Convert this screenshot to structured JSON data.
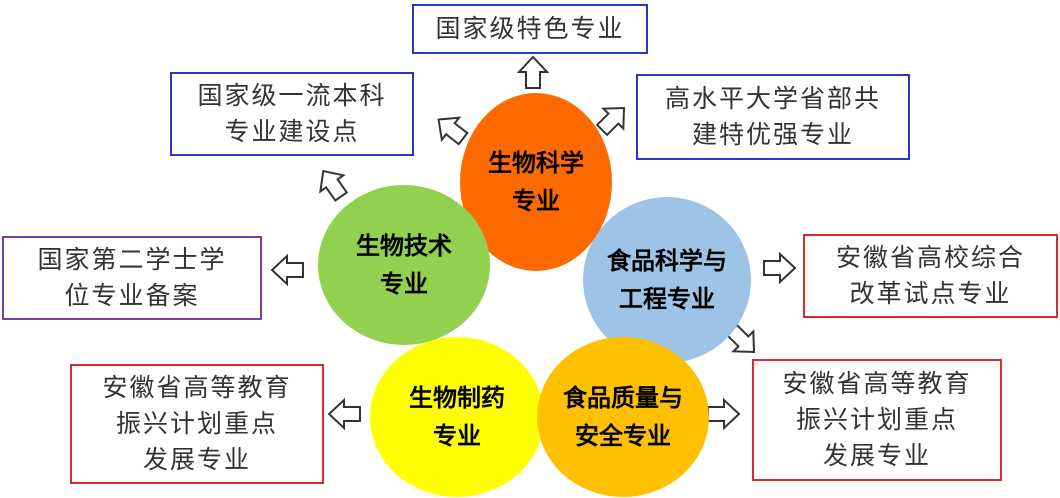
{
  "circles": {
    "bio_science": {
      "lines": [
        "生物科学",
        "专业"
      ],
      "color": "#ff6a00"
    },
    "bio_tech": {
      "lines": [
        "生物技术",
        "专业"
      ],
      "color": "#92d050"
    },
    "food_eng": {
      "lines": [
        "食品科学与",
        "工程专业"
      ],
      "color": "#9dc3e6"
    },
    "bio_pharma": {
      "lines": [
        "生物制药",
        "专业"
      ],
      "color": "#ffff00"
    },
    "food_safety": {
      "lines": [
        "食品质量与",
        "安全专业"
      ],
      "color": "#ffc000"
    }
  },
  "boxes": {
    "national_feature": {
      "lines": [
        "国家级特色专业"
      ]
    },
    "first_class": {
      "lines": [
        "国家级一流本科",
        "专业建设点"
      ]
    },
    "high_level": {
      "lines": [
        "高水平大学省部共",
        "建特优强专业"
      ]
    },
    "second_degree": {
      "lines": [
        "国家第二学士学",
        "位专业备案"
      ]
    },
    "reform_pilot": {
      "lines": [
        "安徽省高校综合",
        "改革试点专业"
      ]
    },
    "revitalization_left": {
      "lines": [
        "安徽省高等教育",
        "振兴计划重点",
        "发展专业"
      ]
    },
    "revitalization_right": {
      "lines": [
        "安徽省高等教育",
        "振兴计划重点",
        "发展专业"
      ]
    }
  }
}
